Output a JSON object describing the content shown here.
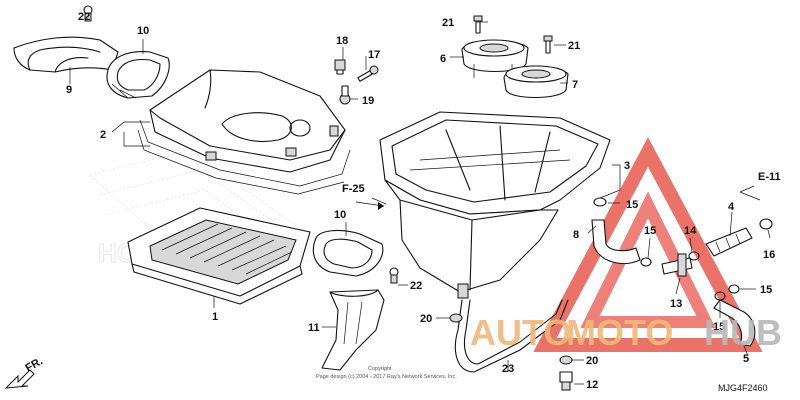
{
  "diagram_code": "MJG4F2460",
  "copyright_lines": [
    "Copyright",
    "Page design (c) 2004 - 2017 Ray's Network Services, Inc."
  ],
  "watermark": {
    "text_auto": "AUTO",
    "text_moto": "MOTO",
    "text_hub": "HUB",
    "color_orange": "#f0b878",
    "color_grey": "#b8b8b8",
    "triangle_color": "#e85a50"
  },
  "references": {
    "f25": "F-25",
    "e11": "E-11",
    "front": "FR."
  },
  "callouts": {
    "c22a": "22",
    "c10a": "10",
    "c9": "9",
    "c2": "2",
    "c18": "18",
    "c17": "17",
    "c19": "19",
    "c21a": "21",
    "c21b": "21",
    "c6": "6",
    "c7": "7",
    "c3": "3",
    "c15a": "15",
    "c8": "8",
    "c15b": "15",
    "c14": "14",
    "c4": "4",
    "c16": "16",
    "c13": "13",
    "c15c": "15",
    "c15d": "15",
    "c5": "5",
    "c10b": "10",
    "c22b": "22",
    "c1": "1",
    "c11": "11",
    "c20a": "20",
    "c23": "23",
    "c20b": "20",
    "c12": "12"
  }
}
